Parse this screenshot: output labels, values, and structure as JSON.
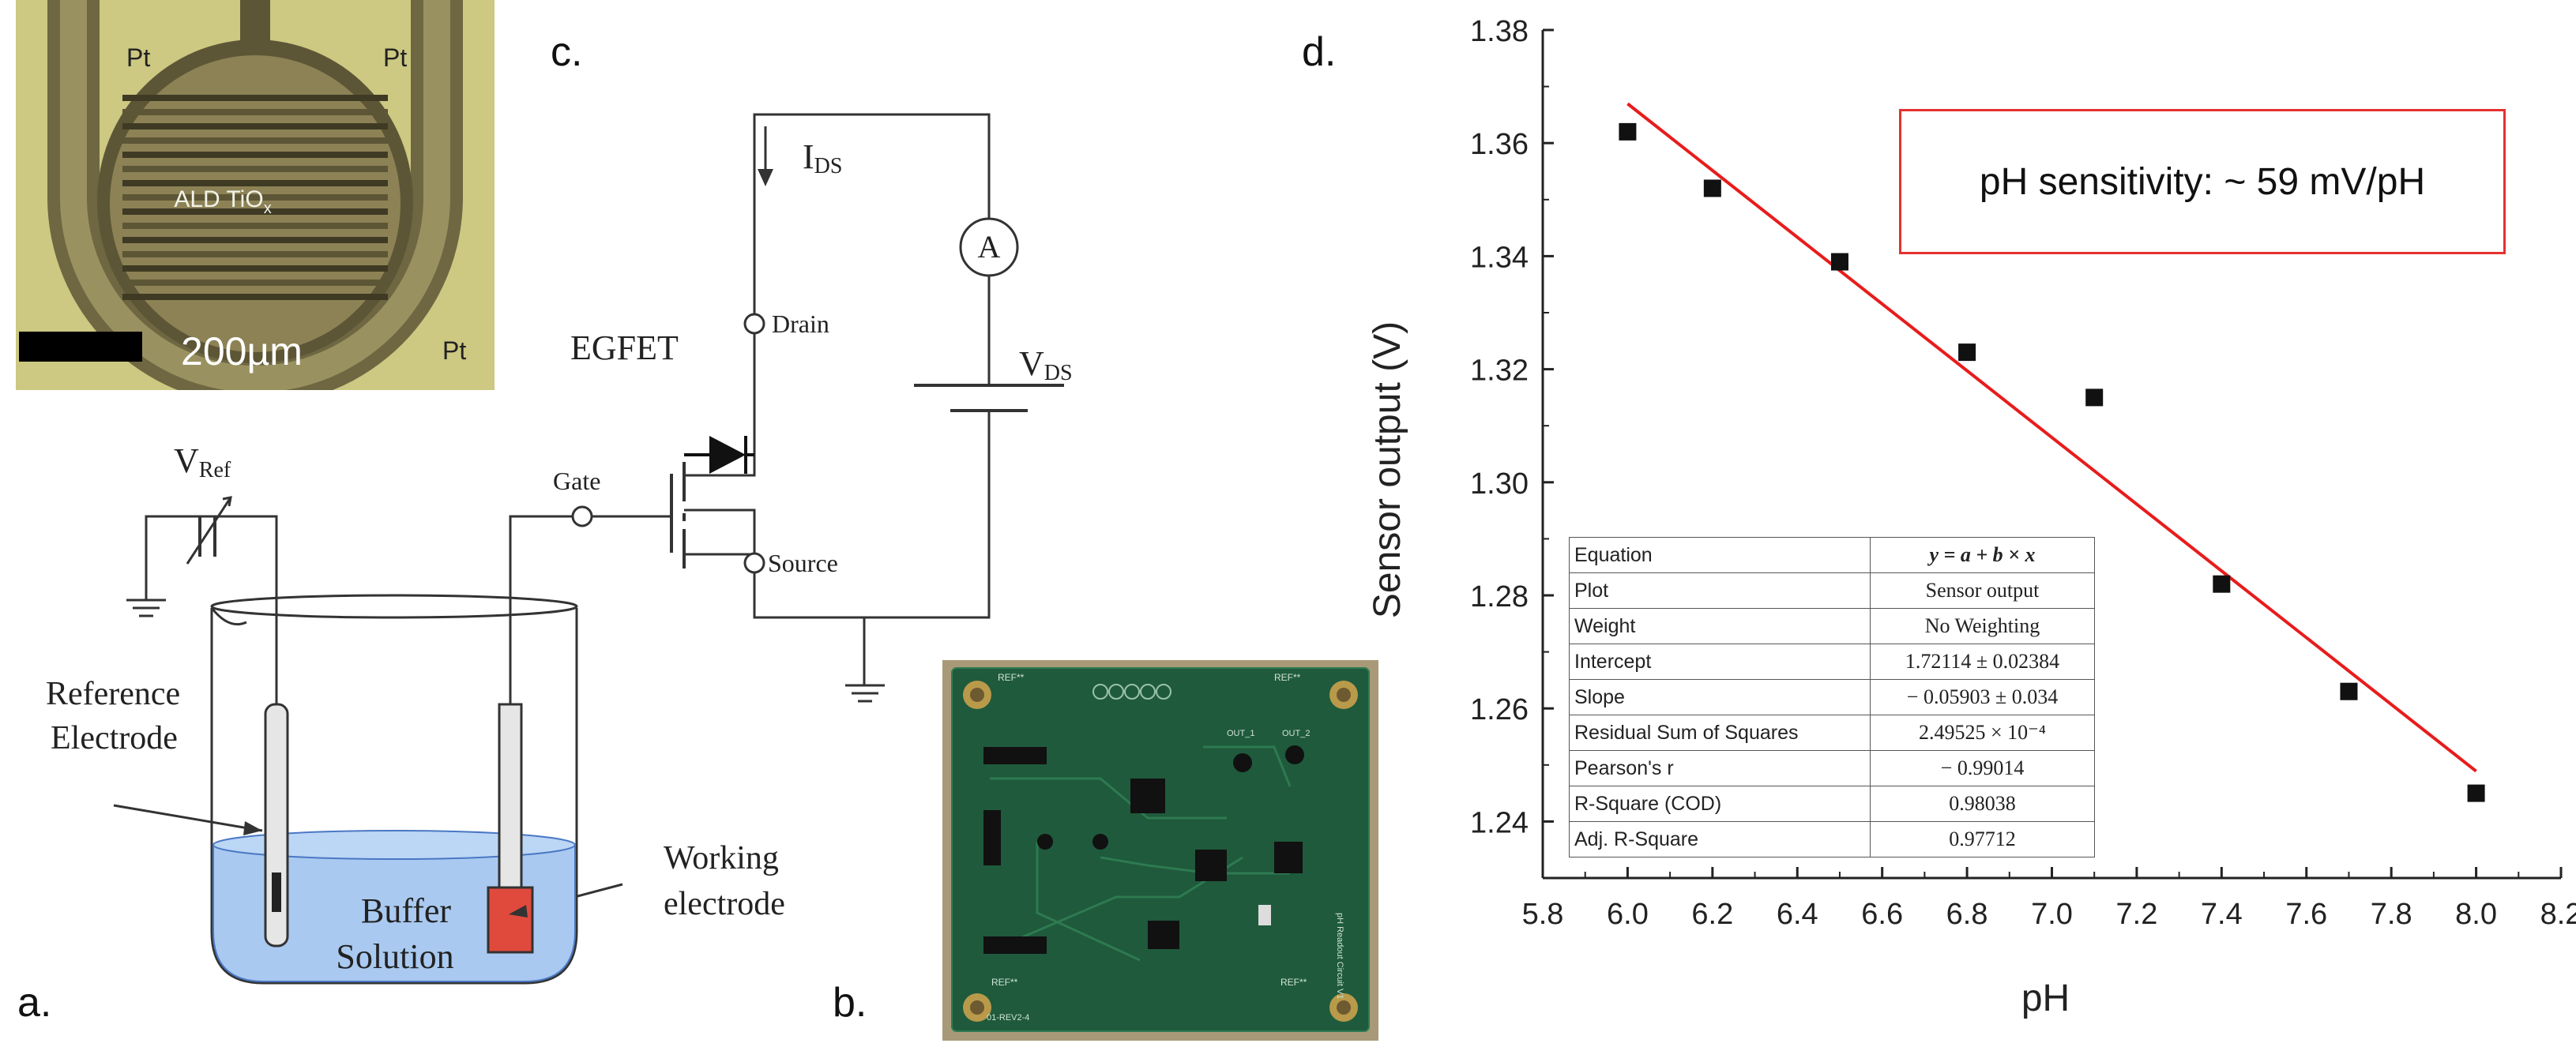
{
  "panels": {
    "a": "a.",
    "b": "b.",
    "c": "c.",
    "d": "d."
  },
  "micrograph": {
    "pt_labels": [
      "Pt",
      "Pt",
      "Pt"
    ],
    "material_main": "ALD TiO",
    "material_sub": "x",
    "scale_bar": "200µm"
  },
  "setup": {
    "vref_main": "V",
    "vref_sub": "Ref",
    "reference_line1": "Reference",
    "reference_line2": "Electrode",
    "buffer_line1": "Buffer",
    "buffer_line2": "Solution",
    "working_line1": "Working",
    "working_line2": "electrode",
    "gate": "Gate"
  },
  "circuit": {
    "ids_main": "I",
    "ids_sub": "DS",
    "drain": "Drain",
    "source": "Source",
    "egfet": "EGFET",
    "ammeter": "A",
    "vds_main": "V",
    "vds_sub": "DS"
  },
  "pcb_markings": {
    "ref_tl": "REF**",
    "ref_tr": "REF**",
    "ref_bl": "REF**",
    "ref_br": "REF**",
    "title": "pH Readout Circuit V1",
    "out1": "OUT_1",
    "out2": "OUT_2",
    "code": "01-REV2-4"
  },
  "sensitivity_note": "pH sensitivity: ~ 59 mV/pH",
  "fit_table": [
    {
      "key": "Equation",
      "value": "y = a + b × x"
    },
    {
      "key": "Plot",
      "value": "Sensor output"
    },
    {
      "key": "Weight",
      "value": "No Weighting"
    },
    {
      "key": "Intercept",
      "value": "1.72114 ± 0.02384"
    },
    {
      "key": "Slope",
      "value": "− 0.05903 ± 0.034"
    },
    {
      "key": "Residual Sum of Squares",
      "value": "2.49525 × 10⁻⁴"
    },
    {
      "key": "Pearson's r",
      "value": "− 0.99014"
    },
    {
      "key": "R-Square (COD)",
      "value": "0.98038"
    },
    {
      "key": "Adj. R-Square",
      "value": "0.97712"
    }
  ],
  "chart_data": {
    "type": "scatter",
    "xlabel": "pH",
    "ylabel": "Sensor output (V)",
    "xlim": [
      5.8,
      8.2
    ],
    "ylim": [
      1.23,
      1.38
    ],
    "xticks": [
      "5.8",
      "6.0",
      "6.2",
      "6.4",
      "6.6",
      "6.8",
      "7.0",
      "7.2",
      "7.4",
      "7.6",
      "7.8",
      "8.0",
      "8.2"
    ],
    "yticks": [
      "1.24",
      "1.26",
      "1.28",
      "1.30",
      "1.32",
      "1.34",
      "1.36",
      "1.38"
    ],
    "x": [
      6.0,
      6.2,
      6.5,
      6.8,
      7.1,
      7.4,
      7.7,
      8.0
    ],
    "y": [
      1.362,
      1.352,
      1.339,
      1.323,
      1.315,
      1.282,
      1.263,
      1.245
    ],
    "fit": {
      "intercept": 1.72114,
      "slope": -0.05903,
      "x_range": [
        6.0,
        8.0
      ]
    },
    "colors": {
      "points": "#111111",
      "fit": "#e81c1c"
    },
    "grid": false
  }
}
